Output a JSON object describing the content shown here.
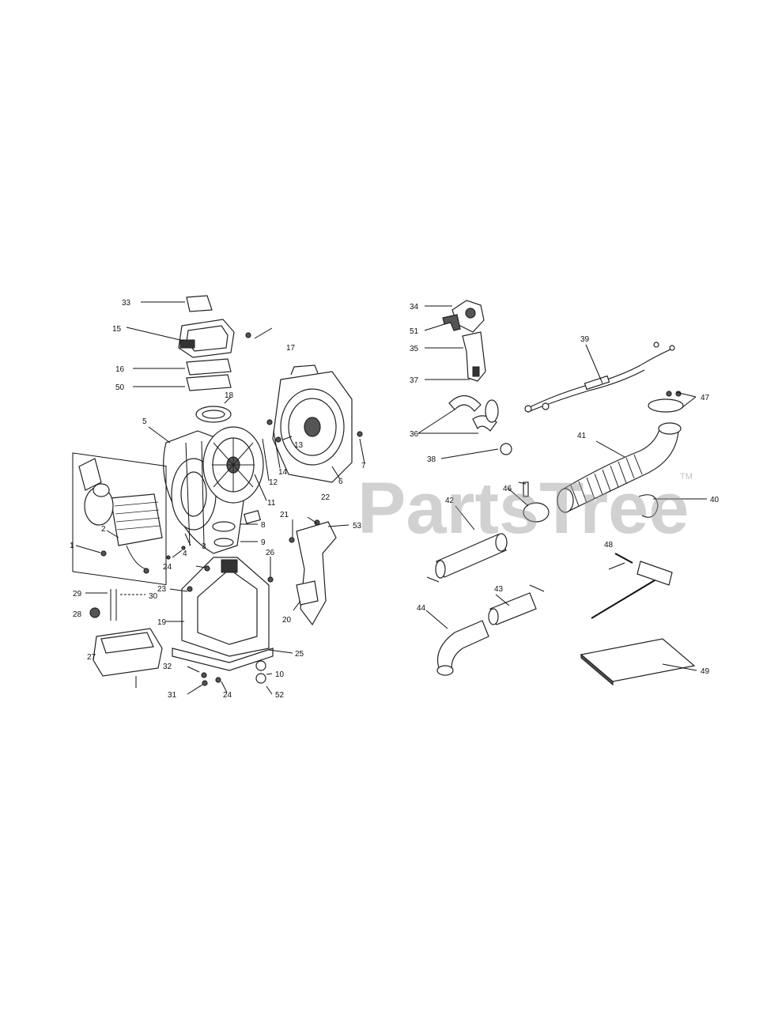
{
  "watermark": {
    "text": "PartsTree",
    "tm": "TM"
  },
  "labels": [
    "1",
    "2",
    "3",
    "4",
    "5",
    "6",
    "7",
    "8",
    "9",
    "10",
    "11",
    "12",
    "13",
    "14",
    "15",
    "16",
    "17",
    "18",
    "19",
    "20",
    "21",
    "22",
    "23",
    "24",
    "24",
    "25",
    "26",
    "27",
    "28",
    "29",
    "30",
    "31",
    "32",
    "33",
    "34",
    "35",
    "36",
    "37",
    "38",
    "39",
    "40",
    "41",
    "42",
    "43",
    "44",
    "46",
    "47",
    "48",
    "49",
    "50",
    "51",
    "52",
    "53"
  ]
}
